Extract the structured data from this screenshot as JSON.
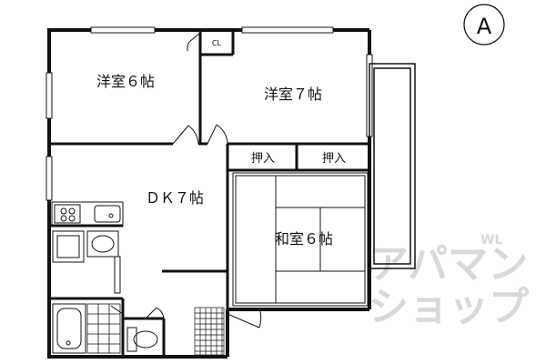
{
  "plan": {
    "rooms": {
      "western_6": "洋室６帖",
      "western_7": "洋室７帖",
      "dk_7": "ＤＫ７帖",
      "japanese_6": "和室６帖"
    },
    "closet_1": "押入",
    "closet_2": "押入",
    "cl": "CL"
  },
  "compass": {
    "north_letter": "A"
  },
  "watermark": {
    "line1": "アパマン",
    "line2": "ショップ",
    "small": "WL"
  },
  "colors": {
    "line": "#111111",
    "watermark": "#d9d9d9"
  }
}
